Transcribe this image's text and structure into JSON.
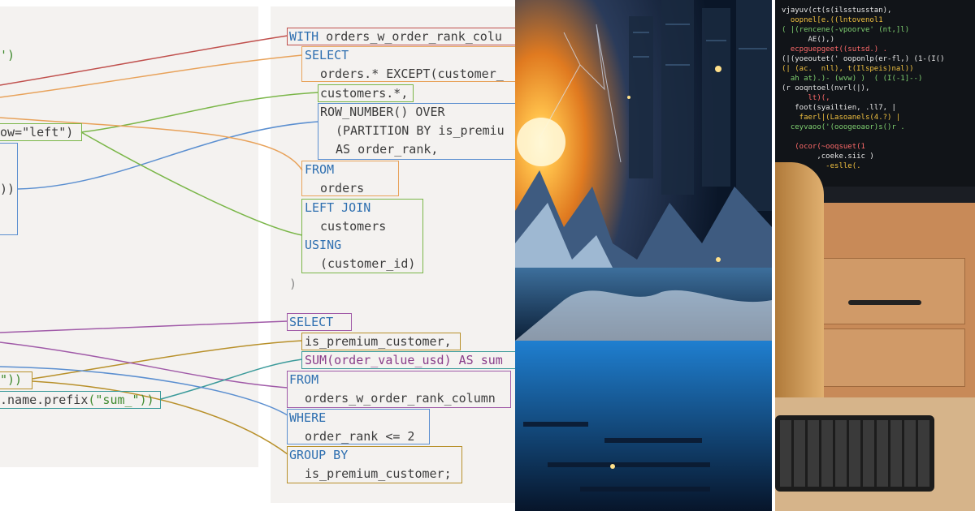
{
  "left_code": {
    "frag_str1": "')",
    "frag_left": "ow=\"left\")",
    "frag_close": "))",
    "frag_quote_close": "\"))",
    "frag_name_prefix": "name",
    "frag_prefix": "prefix",
    "frag_sum_str": "(\"sum_\"))"
  },
  "sql": {
    "with": "WITH",
    "cte_name": "orders_w_order_rank_colu",
    "select1": "SELECT",
    "orders_except": "orders.* EXCEPT(customer_",
    "customers_star": "customers.*,",
    "row_number": "ROW_NUMBER() OVER",
    "partition": "(PARTITION BY is_premiu",
    "as_order_rank": "AS order_rank,",
    "from1": "FROM",
    "orders": "orders",
    "left_join": "LEFT JOIN",
    "customers": "customers",
    "using": "USING",
    "customer_id": "(customer_id)",
    "close_paren": ")",
    "select2": "SELECT",
    "is_premium": "is_premium_customer,",
    "sum_expr": "SUM(order_value_usd) AS sum",
    "from2": "FROM",
    "cte_ref": "orders_w_order_rank_column",
    "where": "WHERE",
    "where_cond": "order_rank <= 2",
    "group_by": "GROUP BY",
    "group_col": "is_premium_customer;"
  },
  "monitor": {
    "lines": [
      "vjayuv(ct(s(ilsstusstan),",
      "  oopnel[e.((lntovenol1",
      "( |(rencene(-vpoorve' (nt,]l)",
      "      AE(),)",
      "  ecpguepgeet((sutsd.) .",
      "(|(yoeoutet(' ooponlp(er-fl,) (1-(I()",
      "(| (ac.  nll), t(Ilspeis)nal))",
      "  ah at).)- (wvw) )  ( (I(-1]--)",
      "(r ooqntoel(nvrl(|),",
      "      lt)(,",
      "   foot(syailtien, .ll7, |",
      "    faerl|(Lasoanels(4.?) |",
      "  ceyvaoo('(ooogeoaor)s()r .",
      "",
      "   (ocor(~ooqsuet(1",
      "        ,coeke.siic )",
      "          -eslle(."
    ]
  },
  "colors": {
    "keyword": "#2e6fb0",
    "string": "#3f8a2e",
    "operator": "#8a3d8a",
    "line_red": "#c0504d",
    "line_orange": "#e8a25a",
    "line_green": "#7ab648",
    "line_blue": "#5b8fd0",
    "line_purple": "#a05aa8",
    "line_gold": "#b8902a",
    "line_teal": "#3a9a9a"
  }
}
